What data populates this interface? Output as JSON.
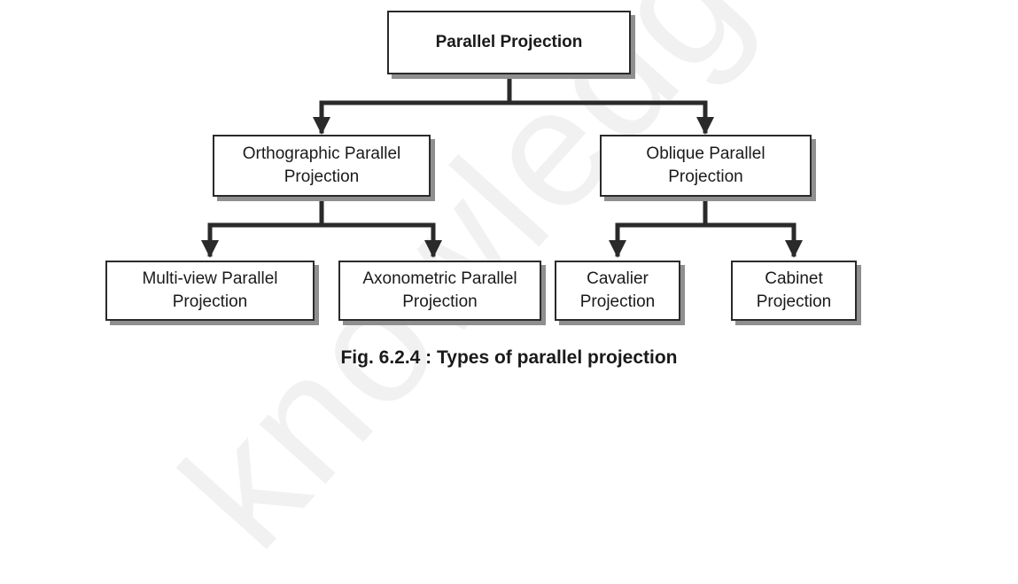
{
  "diagram": {
    "root": {
      "lines": [
        "Parallel Projection"
      ]
    },
    "orthographic": {
      "lines": [
        "Orthographic Parallel",
        "Projection"
      ]
    },
    "oblique": {
      "lines": [
        "Oblique Parallel",
        "Projection"
      ]
    },
    "multiview": {
      "lines": [
        "Multi-view Parallel",
        "Projection"
      ]
    },
    "axonometric": {
      "lines": [
        "Axonometric Parallel",
        "Projection"
      ]
    },
    "cavalier": {
      "lines": [
        "Cavalier",
        "Projection"
      ]
    },
    "cabinet": {
      "lines": [
        "Cabinet",
        "Projection"
      ]
    }
  },
  "caption": "Fig. 6.2.4 : Types of parallel projection",
  "colors": {
    "line": "#2a2a2a",
    "shadow": "#8f8f8f",
    "box_border": "#2a2a2a"
  }
}
